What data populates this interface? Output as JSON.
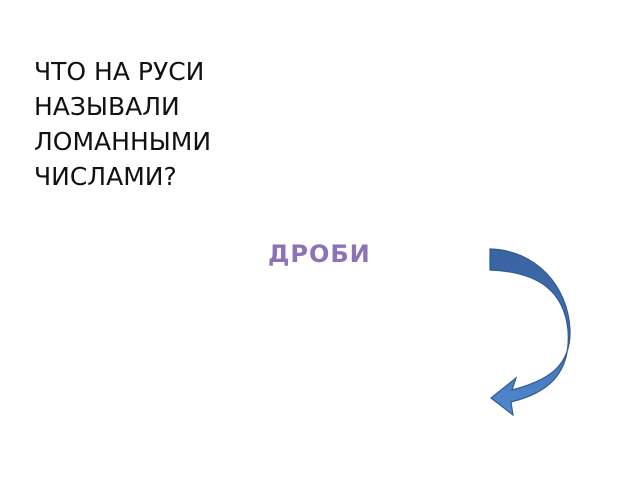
{
  "question": {
    "lines": [
      "ЧТО НА РУСИ",
      "НАЗЫВАЛИ",
      "ЛОМАННЫМИ",
      "ЧИСЛАМИ?"
    ]
  },
  "answer": {
    "text": "ДРОБИ",
    "color": "#8e72b8"
  },
  "arrow": {
    "icon": "curved-down-left-arrow-icon",
    "color_top": "#3e6aa8",
    "color_bottom": "#4f86cc"
  }
}
